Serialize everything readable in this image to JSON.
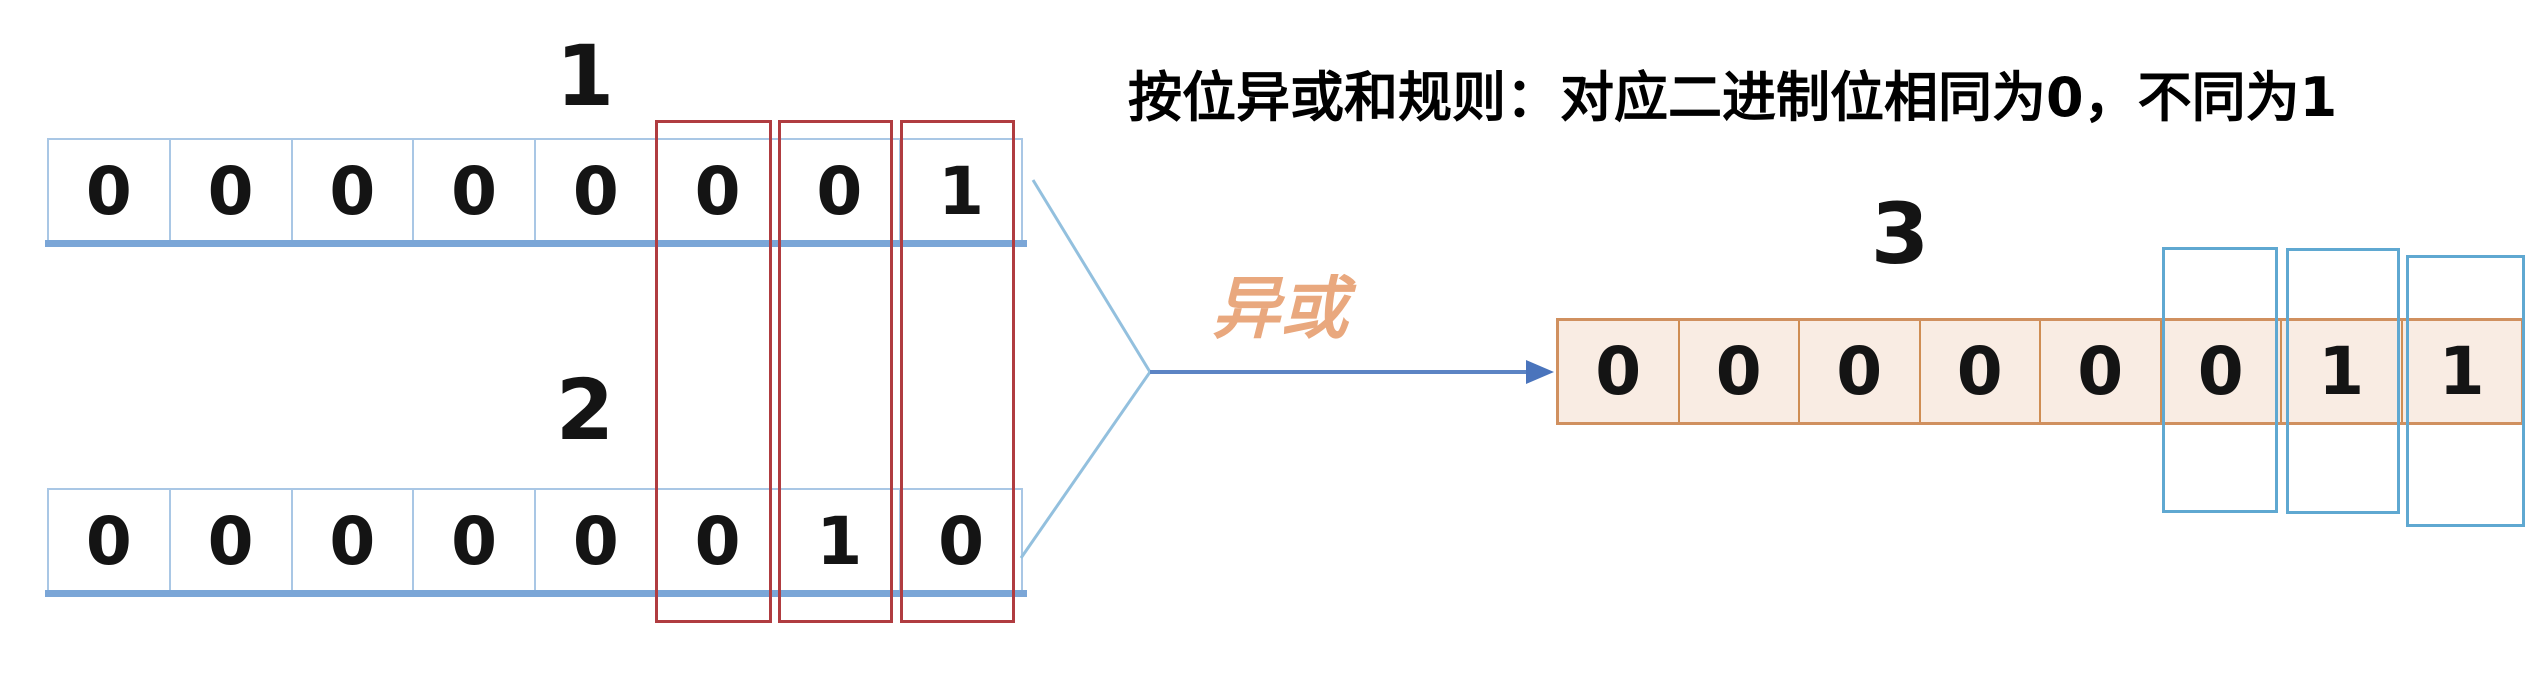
{
  "title": "按位异或和规则：对应二进制位相同为0，不同为1",
  "operation_label": "异或",
  "operands": [
    {
      "label": "1",
      "bits": [
        "0",
        "0",
        "0",
        "0",
        "0",
        "0",
        "0",
        "1"
      ]
    },
    {
      "label": "2",
      "bits": [
        "0",
        "0",
        "0",
        "0",
        "0",
        "0",
        "1",
        "0"
      ]
    }
  ],
  "result": {
    "label": "3",
    "bits": [
      "0",
      "0",
      "0",
      "0",
      "0",
      "0",
      "1",
      "1"
    ]
  },
  "colors": {
    "cell_border_blue": "#a9c7e5",
    "row_underline_blue": "#7ba6d7",
    "merge_line_blue": "#93c0de",
    "arrow_blue": "#4a74bc",
    "highlight_red": "#b03c40",
    "highlight_blue": "#5fa8d1",
    "result_fill": "#f9ece3",
    "result_border": "#d0905f",
    "xor_text_orange": "#e9a87e",
    "text_black": "#000000"
  }
}
